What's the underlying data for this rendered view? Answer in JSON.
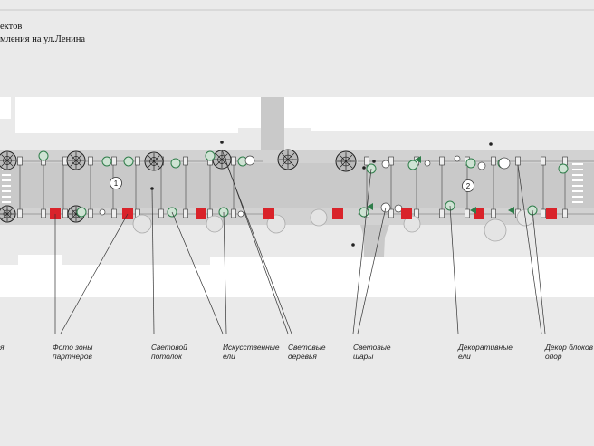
{
  "title": {
    "line1": "ектов",
    "line2": "мления на ул.Ленина"
  },
  "legend": [
    {
      "id": "edge",
      "lines": [
        "я"
      ]
    },
    {
      "id": "photo-zones",
      "lines": [
        "Фото зоны",
        "партнеров"
      ]
    },
    {
      "id": "light-ceiling",
      "lines": [
        "Световой",
        "потолок"
      ]
    },
    {
      "id": "artificial-firs",
      "lines": [
        "Искусственные",
        "ели"
      ]
    },
    {
      "id": "light-trees",
      "lines": [
        "Световые",
        "деревья"
      ]
    },
    {
      "id": "light-balls",
      "lines": [
        "Световые",
        "шары"
      ]
    },
    {
      "id": "decor-firs",
      "lines": [
        "Декоративные",
        "ели"
      ]
    },
    {
      "id": "pole-decor",
      "lines": [
        "Декор блоков",
        "опор"
      ]
    }
  ],
  "markers": [
    {
      "id": "section-1",
      "label": "1"
    },
    {
      "id": "section-2",
      "label": "2"
    }
  ],
  "colors": {
    "background": "#eaeaea",
    "street": "#c9c9c9",
    "building": "#ffffff",
    "photo_zone": "#d9232a",
    "fir": "#2f7d4a",
    "ink": "#222222"
  }
}
